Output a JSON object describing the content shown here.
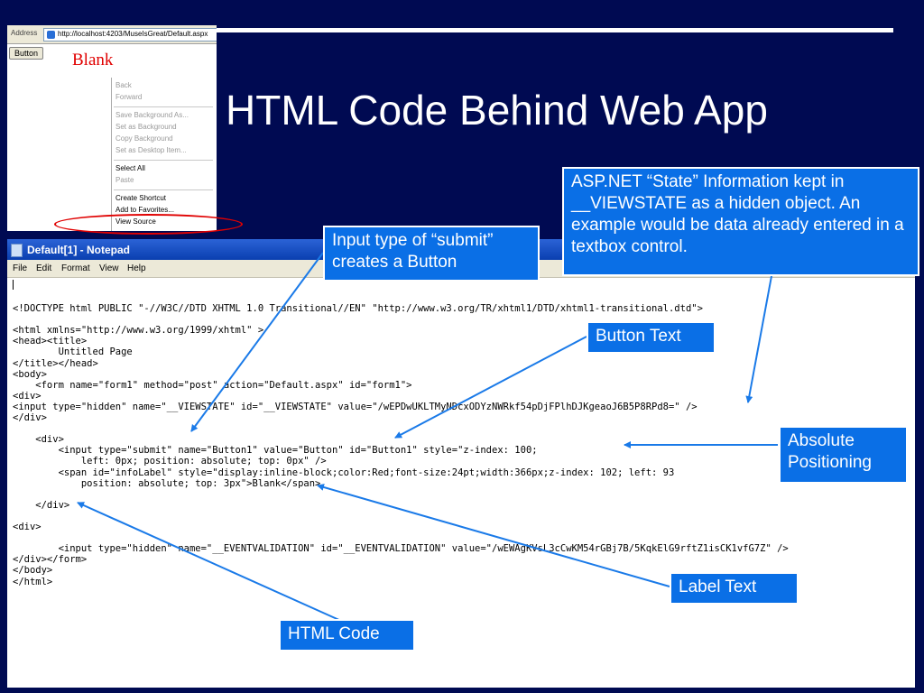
{
  "slide": {
    "title": "HTML Code Behind Web App"
  },
  "browser": {
    "address_label": "Address",
    "url": "http://localhost:4203/MuseIsGreat/Default.aspx",
    "button_label": "Button",
    "label_text": "Blank",
    "context_menu": [
      {
        "label": "Back",
        "enabled": false
      },
      {
        "label": "Forward",
        "enabled": false
      },
      {
        "label": "Save Background As...",
        "enabled": false
      },
      {
        "label": "Set as Background",
        "enabled": false
      },
      {
        "label": "Copy Background",
        "enabled": false
      },
      {
        "label": "Set as Desktop Item...",
        "enabled": false
      },
      {
        "label": "Select All",
        "enabled": true
      },
      {
        "label": "Paste",
        "enabled": false
      },
      {
        "label": "Create Shortcut",
        "enabled": true
      },
      {
        "label": "Add to Favorites...",
        "enabled": true
      },
      {
        "label": "View Source",
        "enabled": true
      }
    ]
  },
  "notepad": {
    "title": "Default[1] - Notepad",
    "menu": [
      "File",
      "Edit",
      "Format",
      "View",
      "Help"
    ],
    "code_lines": [
      "<!DOCTYPE html PUBLIC \"-//W3C//DTD XHTML 1.0 Transitional//EN\" \"http://www.w3.org/TR/xhtml1/DTD/xhtml1-transitional.dtd\">",
      "",
      "<html xmlns=\"http://www.w3.org/1999/xhtml\" >",
      "<head><title>",
      "        Untitled Page",
      "</title></head>",
      "<body>",
      "    <form name=\"form1\" method=\"post\" action=\"Default.aspx\" id=\"form1\">",
      "<div>",
      "<input type=\"hidden\" name=\"__VIEWSTATE\" id=\"__VIEWSTATE\" value=\"/wEPDwUKLTMyNDcxODYzNWRkf54pDjFPlhDJKgeaoJ6B5P8RPd8=\" />",
      "</div>",
      "",
      "    <div>",
      "        <input type=\"submit\" name=\"Button1\" value=\"Button\" id=\"Button1\" style=\"z-index: 100;",
      "            left: 0px; position: absolute; top: 0px\" />",
      "        <span id=\"infoLabel\" style=\"display:inline-block;color:Red;font-size:24pt;width:366px;z-index: 102; left: 93",
      "            position: absolute; top: 3px\">Blank</span>",
      "",
      "    </div>",
      "",
      "<div>",
      "",
      "        <input type=\"hidden\" name=\"__EVENTVALIDATION\" id=\"__EVENTVALIDATION\" value=\"/wEWAgKVsL3cCwKM54rGBj7B/5KqkElG9rftZ1isCK1vfG7Z\" />",
      "</div></form>",
      "</body>",
      "</html>"
    ]
  },
  "callouts": {
    "viewstate": "ASP.NET “State” Information kept in __VIEWSTATE  as a hidden object. An example would be data already entered in a textbox control.",
    "submit": "Input type of “submit” creates a Button",
    "button_text": "Button Text",
    "absolute": "Absolute Positioning",
    "label_text": "Label Text",
    "html_code": "HTML Code"
  },
  "colors": {
    "background": "#000a52",
    "callout_fill": "#0a6fe6",
    "arrow": "#1a7ae8",
    "highlight_oval": "#e00000"
  }
}
